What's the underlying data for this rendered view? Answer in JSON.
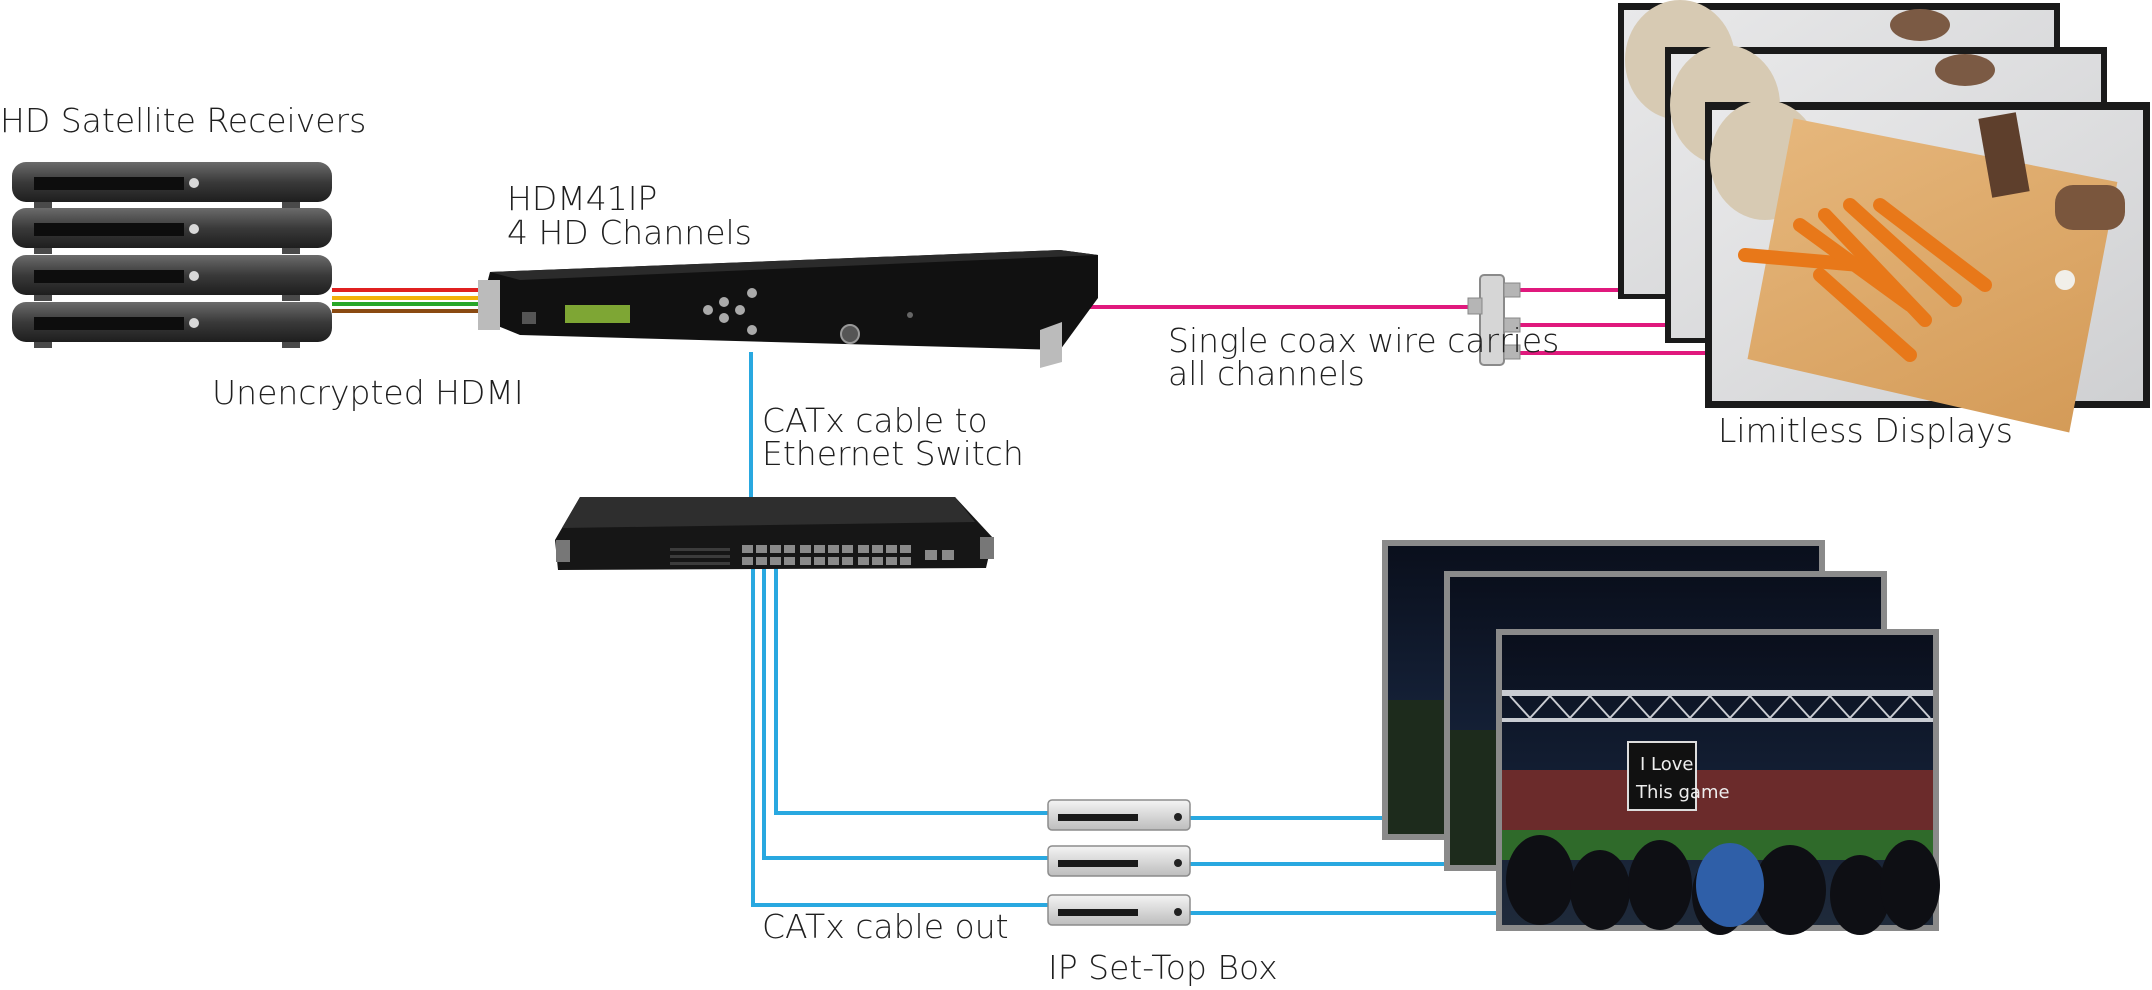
{
  "labels": {
    "satellite_receivers": "HD Satellite Receivers",
    "unencrypted_hdmi": "Unencrypted HDMI",
    "device_model": "HDM41IP",
    "device_channels": "4 HD Channels",
    "coax_line1": "Single coax wire carries",
    "coax_line2": "all channels",
    "limitless_displays": "Limitless Displays",
    "catx_switch_line1": "CATx cable to",
    "catx_switch_line2": "Ethernet Switch",
    "catx_out": "CATx cable out",
    "ip_stb": "IP Set-Top Box"
  },
  "colors": {
    "coax": "#e0197d",
    "catx": "#29a8e0",
    "hdmi_cables": [
      "#e02020",
      "#f2b10a",
      "#28a628",
      "#8a4a12"
    ],
    "device_body": "#1b1b1b",
    "screen_frame": "#1a1a1a"
  },
  "icons": {
    "receiver": "satellite-receiver-icon",
    "encoder": "rack-encoder-icon",
    "switch": "ethernet-switch-icon",
    "stb": "set-top-box-icon",
    "splitter": "coax-splitter-icon"
  }
}
